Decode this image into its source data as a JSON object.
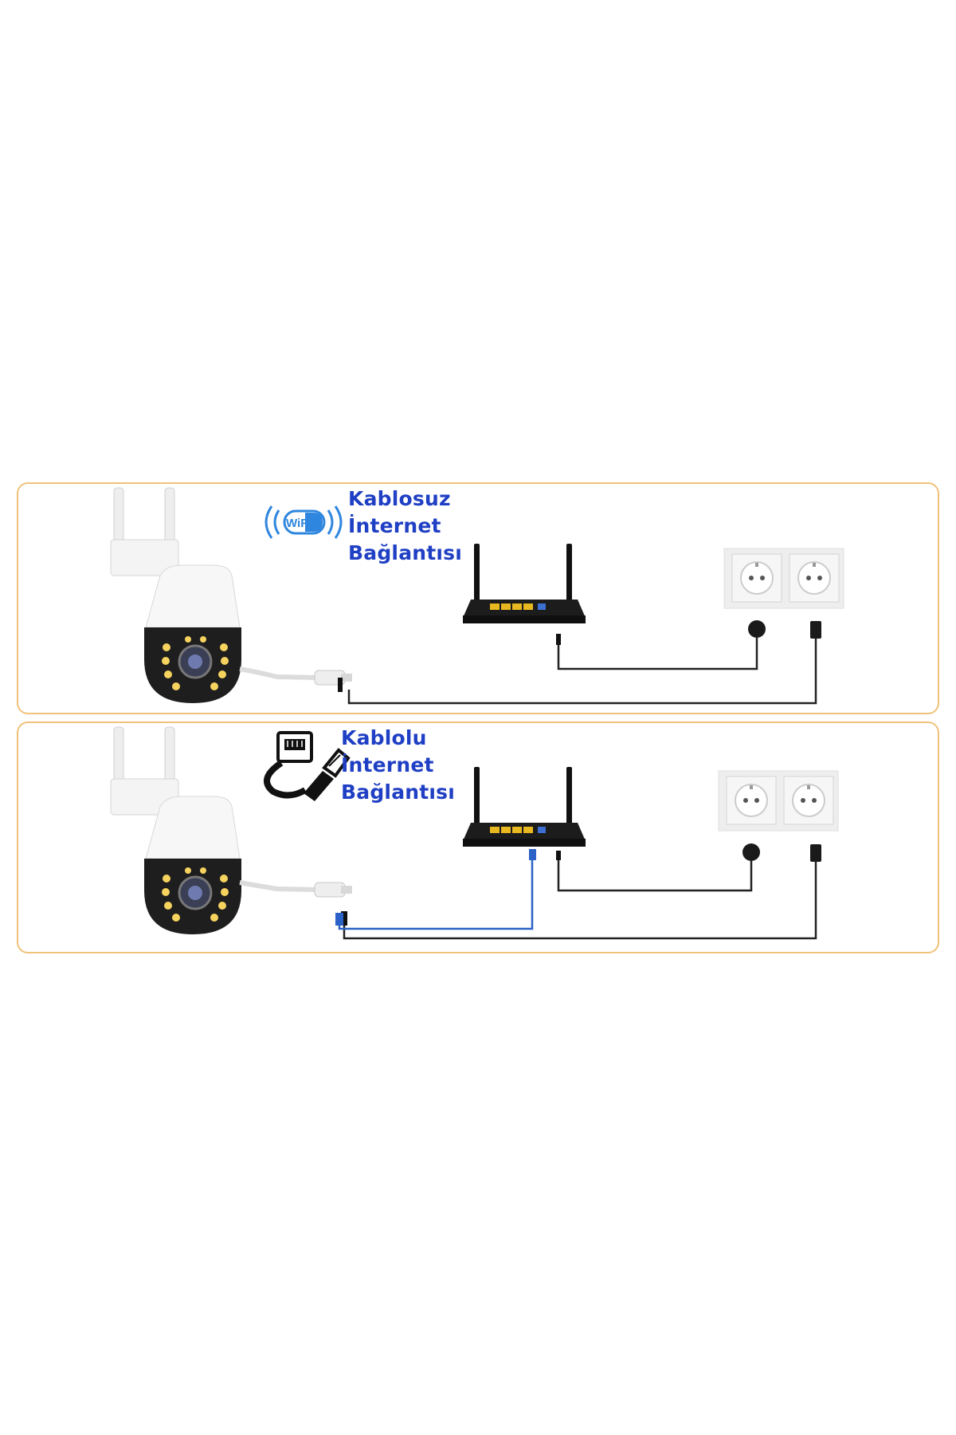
{
  "panels": [
    {
      "id": "wifi",
      "label_lines": [
        "Kablosuz",
        "İnternet",
        "Bağlantısı"
      ],
      "badge_icon": "wifi-badge-icon",
      "badge_text": "WiFi"
    },
    {
      "id": "wired",
      "label_lines": [
        "Kablolu",
        "İnternet",
        "Bağlantısı"
      ],
      "badge_icon": "ethernet-cable-icon"
    }
  ],
  "colors": {
    "label": "#1f3fc4",
    "panel_border": "#f0c27a",
    "power_cable": "#222222",
    "ethernet_cable": "#2b62c7",
    "router_ports": "#e8b820",
    "wifi_badge": "#2e86de"
  }
}
